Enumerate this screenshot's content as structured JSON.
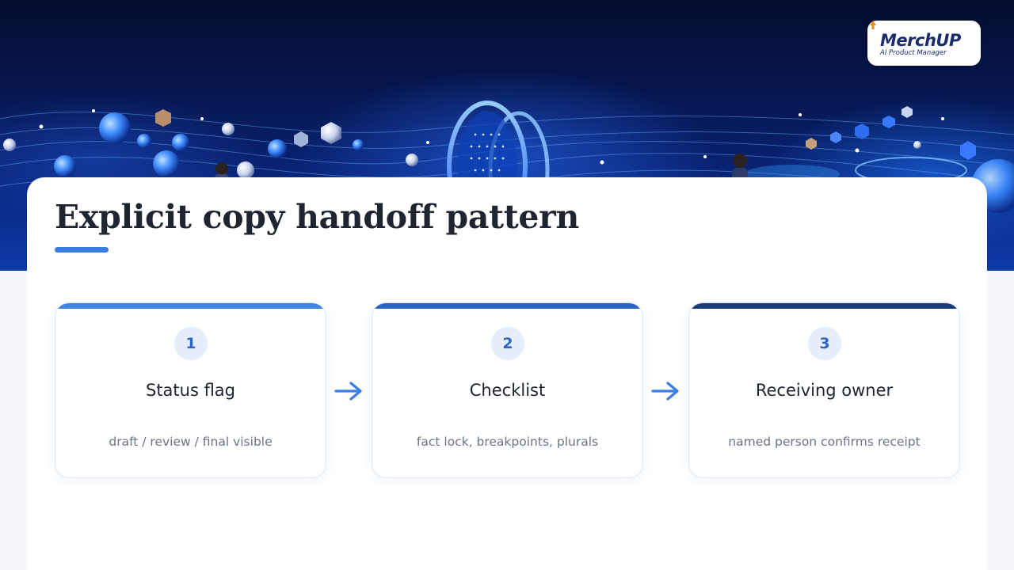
{
  "slide": {
    "title": "Explicit copy handoff pattern"
  },
  "logo": {
    "name": "MerchUP",
    "tagline": "AI Product Manager"
  },
  "steps": [
    {
      "number": "1",
      "title": "Status flag",
      "description": "draft / review / final visible",
      "accent": "#3f83e6"
    },
    {
      "number": "2",
      "title": "Checklist",
      "description": "fact lock, breakpoints, plurals",
      "accent": "#2b63c4"
    },
    {
      "number": "3",
      "title": "Receiving owner",
      "description": "named person confirms receipt",
      "accent": "#1b3c7a"
    }
  ],
  "icons": {
    "step_connector": "arrow-right-icon",
    "logo_mark": "rocket-icon"
  },
  "colors": {
    "accent": "#3a7de6",
    "hero_dark": "#050d2e",
    "hero_light": "#0c3aa8"
  }
}
